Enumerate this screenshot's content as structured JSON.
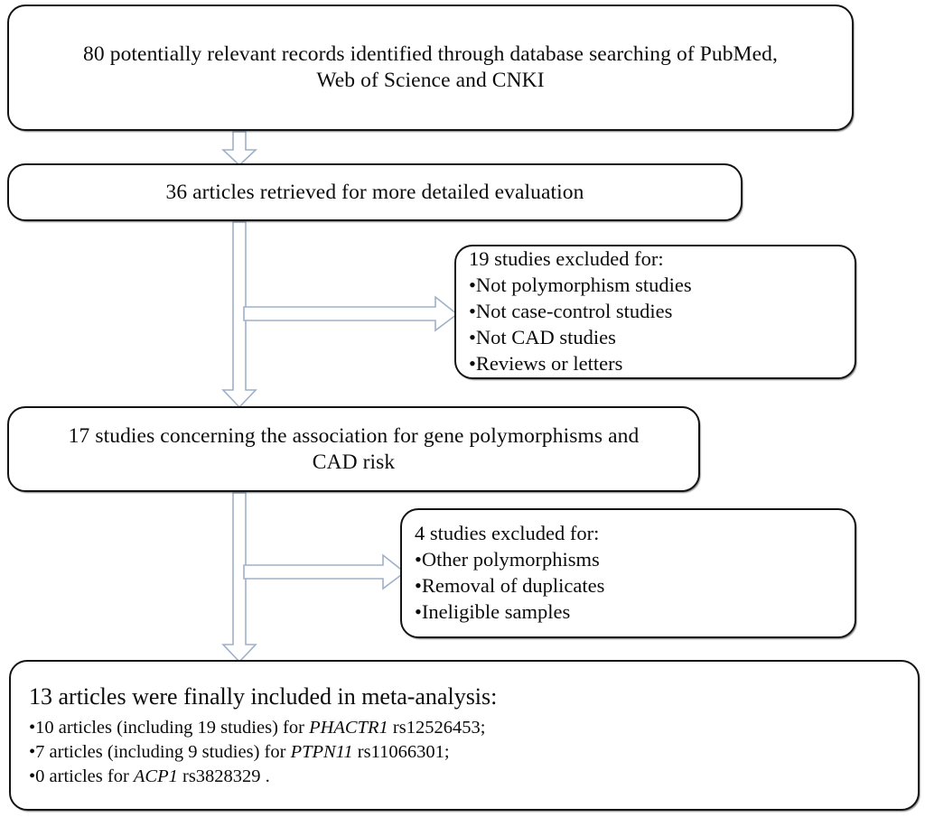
{
  "diagram": {
    "title": "Study selection flow diagram",
    "type": "prisma-flowchart",
    "colors": {
      "box_border": "#141414",
      "box_fill": "#ffffff",
      "arrow_stroke": "#9fb0c8",
      "text": "#0b0b0b"
    }
  },
  "boxes": {
    "identification": {
      "line1": "80 potentially relevant records identified through database searching of PubMed,",
      "line2": "Web of Science and CNKI"
    },
    "retrieved": {
      "line1": "36 articles retrieved for more detailed evaluation"
    },
    "excluded_first": {
      "heading": "19 studies excluded for:",
      "items": [
        "•Not polymorphism studies",
        "•Not case-control studies",
        "•Not CAD studies",
        "•Reviews or letters"
      ]
    },
    "eligible": {
      "line1": "17 studies concerning the association for gene polymorphisms and",
      "line2": "CAD risk"
    },
    "excluded_second": {
      "heading": "4 studies excluded for:",
      "items": [
        "•Other polymorphisms",
        "•Removal of duplicates",
        "•Ineligible samples"
      ]
    },
    "included": {
      "heading": "13 articles were finally included in meta-analysis:",
      "items": [
        {
          "prefix": "•10 articles (including 19 studies) for ",
          "gene": "PHACTR1",
          "suffix": " rs12526453;"
        },
        {
          "prefix": "•7 articles (including 9 studies) for ",
          "gene": "PTPN11",
          "suffix": " rs11066301;"
        },
        {
          "prefix": "•0 articles for ",
          "gene": "ACP1",
          "suffix": " rs3828329 ."
        }
      ]
    }
  },
  "connectors": [
    {
      "name": "arrow-identification-to-retrieved",
      "direction": "down"
    },
    {
      "name": "arrow-retrieved-to-eligible",
      "direction": "down"
    },
    {
      "name": "arrow-retrieved-to-excluded-first",
      "direction": "right"
    },
    {
      "name": "arrow-eligible-to-included",
      "direction": "down"
    },
    {
      "name": "arrow-eligible-to-excluded-second",
      "direction": "right"
    }
  ]
}
